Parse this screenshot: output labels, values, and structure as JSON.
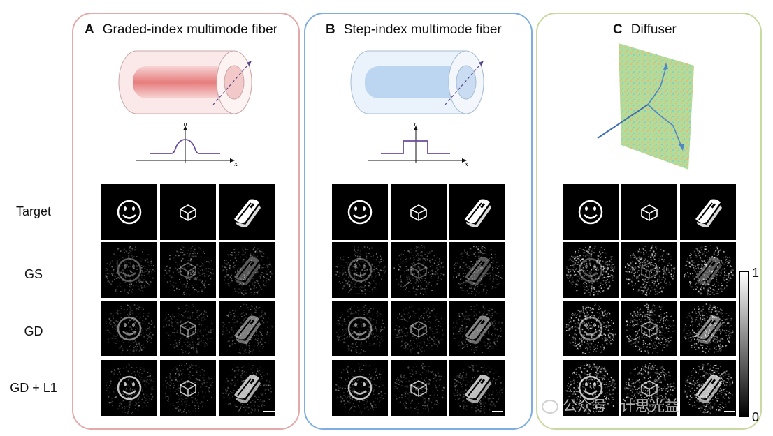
{
  "panels": [
    {
      "letter": "A",
      "title": "Graded-index multimode fiber",
      "accent": "#e4a9a9"
    },
    {
      "letter": "B",
      "title": "Step-index multimode fiber",
      "accent": "#7eaee0"
    },
    {
      "letter": "C",
      "title": "Diffuser",
      "accent": "#c9d9a2"
    }
  ],
  "rows": [
    "Target",
    "GS",
    "GD",
    "GD + L1"
  ],
  "axis": {
    "n": "n",
    "x": "x"
  },
  "colorbar": {
    "max": "1",
    "min": "0"
  },
  "watermark": "公众号 · 计思光益",
  "colors": {
    "graded_core": "#e36a6a",
    "step_core": "#9ec0e8",
    "profile_line": "#6b4c9a"
  }
}
